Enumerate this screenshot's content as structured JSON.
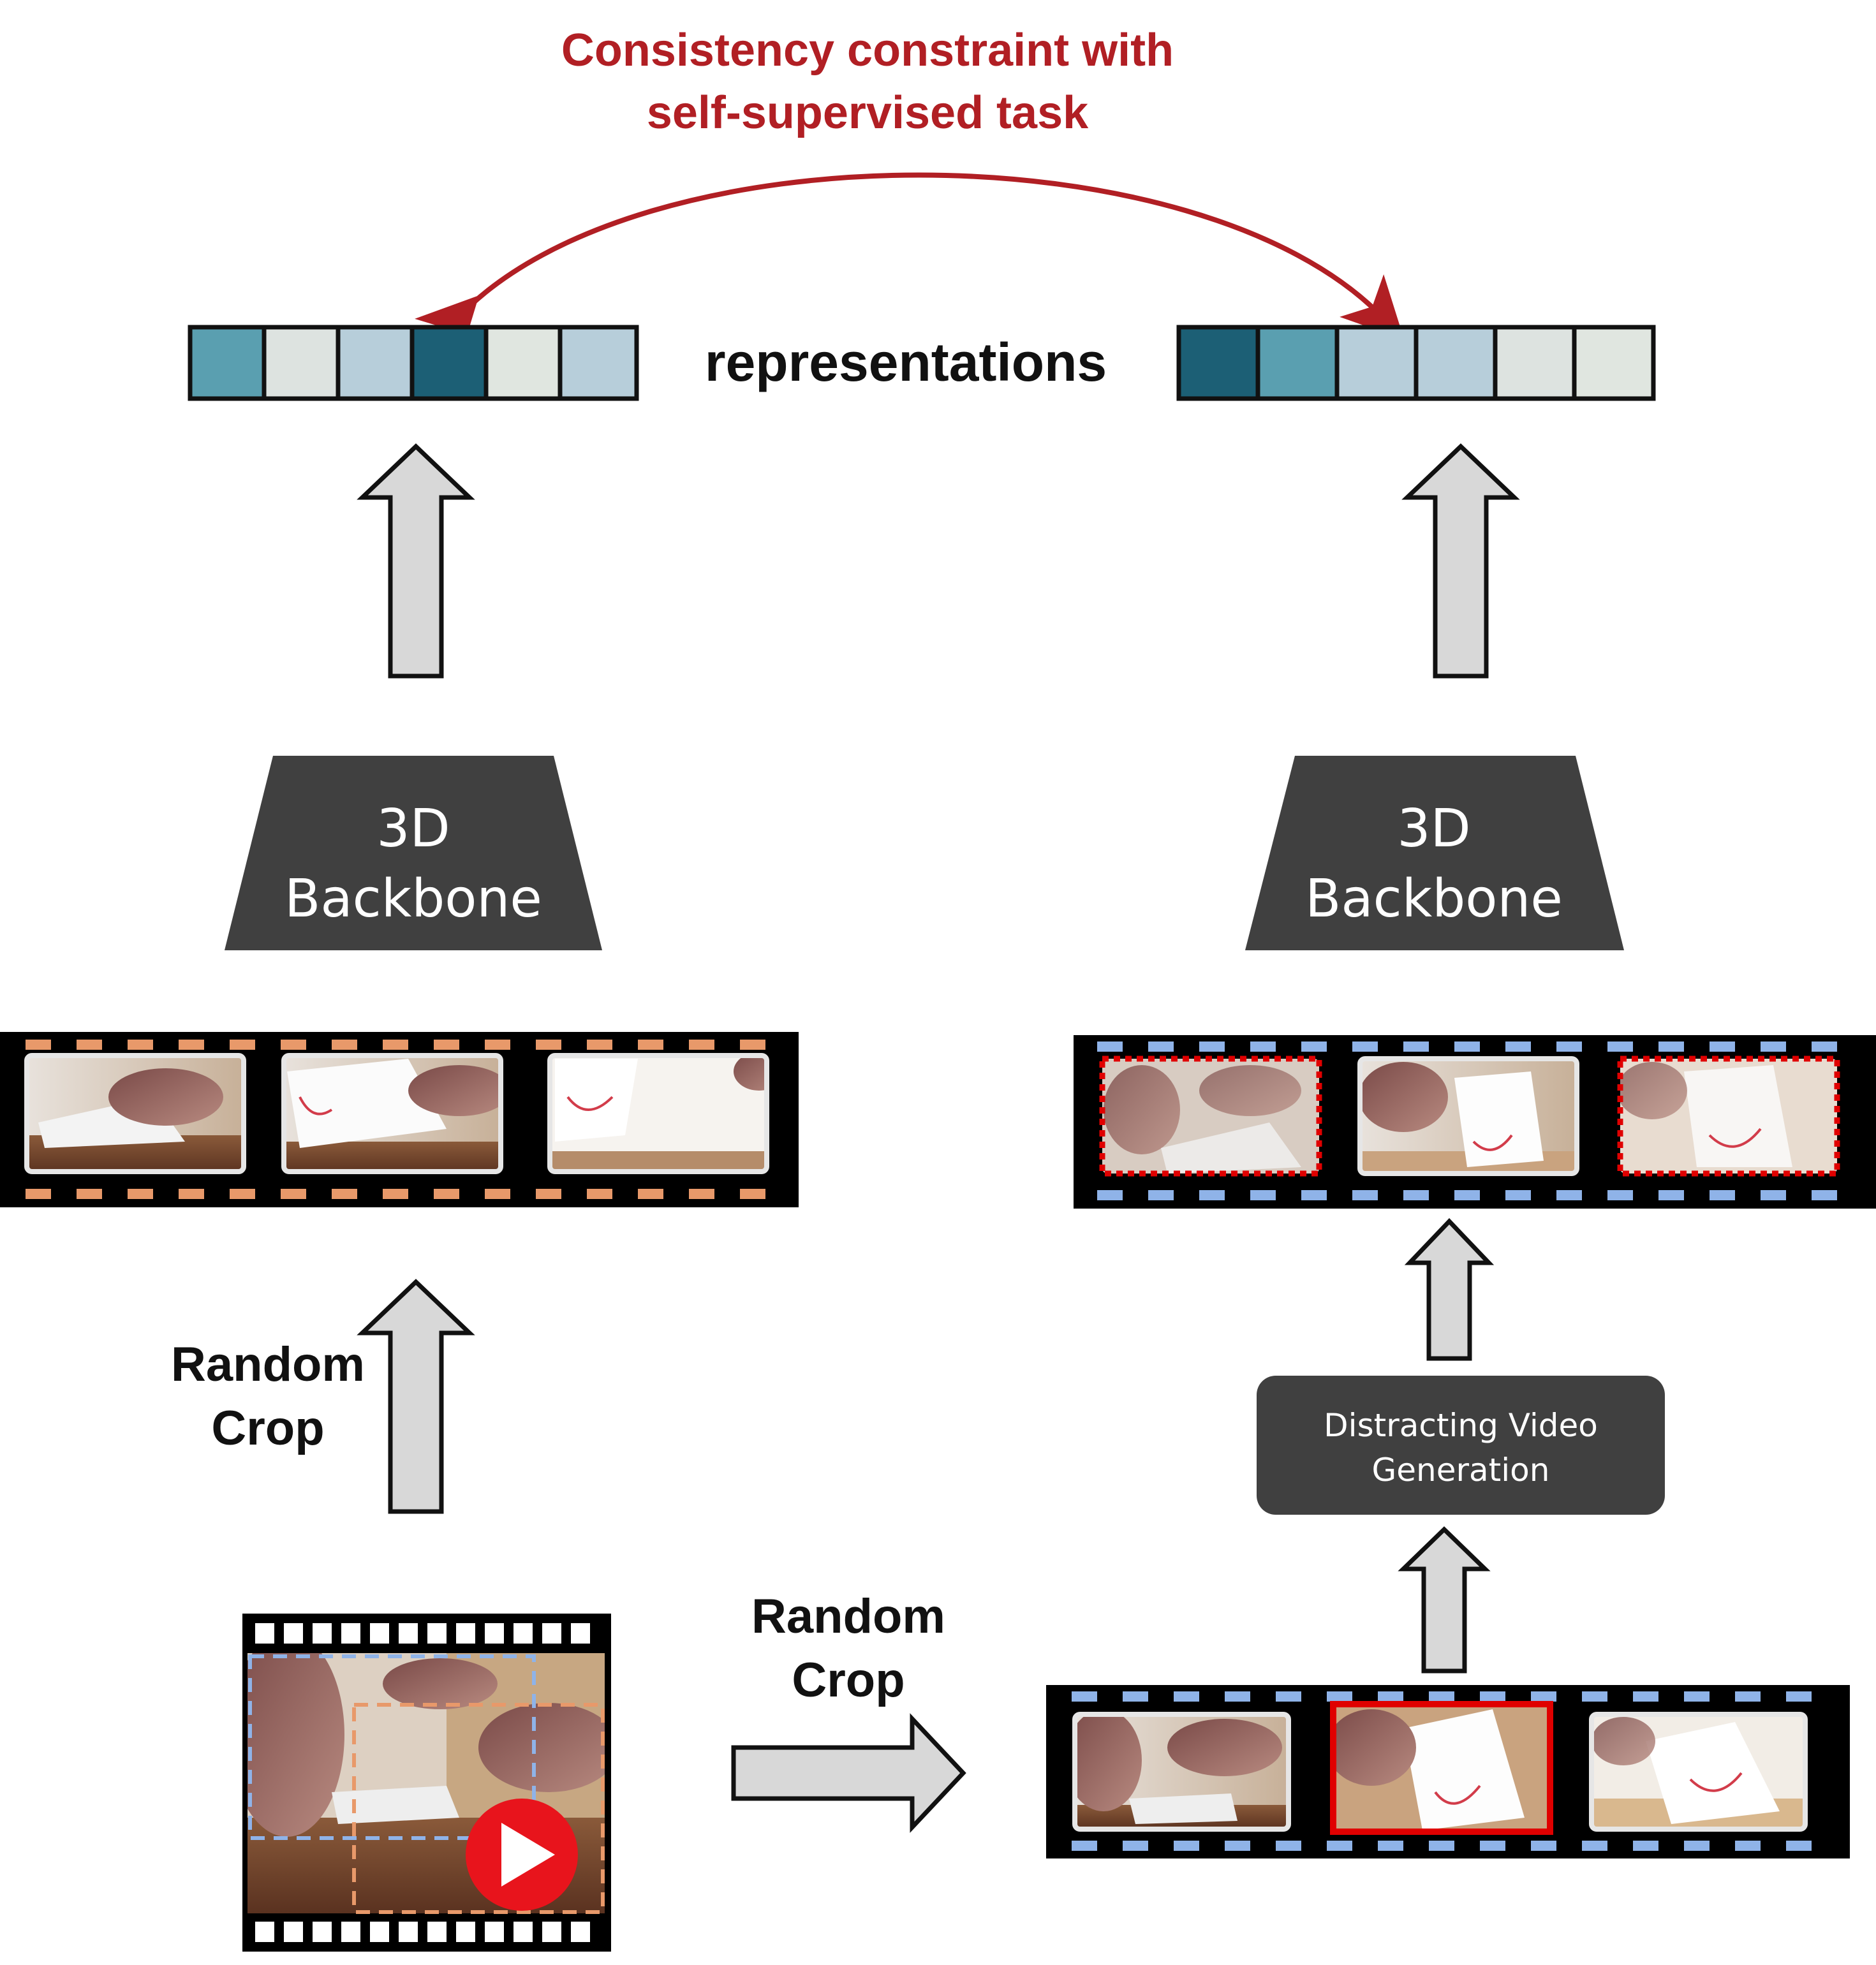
{
  "title": {
    "line1": "Consistency constraint with",
    "line2": "self-supervised task"
  },
  "representations_label": "representations",
  "backbone_left": {
    "line1": "3D",
    "line2": "Backbone"
  },
  "backbone_right": {
    "line1": "3D",
    "line2": "Backbone"
  },
  "random_crop_left": {
    "line1": "Random",
    "line2": "Crop"
  },
  "random_crop_bottom": {
    "line1": "Random",
    "line2": "Crop"
  },
  "distracting_box": {
    "line1": "Distracting Video",
    "line2": "Generation"
  },
  "colors": {
    "constraint_red": "#b11f24",
    "cell_dark": "#1c5f75",
    "cell_mid": "#5a9fb0",
    "cell_light": "#b7ceda",
    "cell_pale": "#dde3e0",
    "backbone_fill": "#404040",
    "arrow_fill": "#d8d8d8",
    "sprocket_orange": "#e8996a",
    "sprocket_blue": "#8fb3e8",
    "selected_frame_red": "#e00000",
    "play_button_red": "#e8141c"
  },
  "icons": {
    "play": "play-button-icon"
  }
}
